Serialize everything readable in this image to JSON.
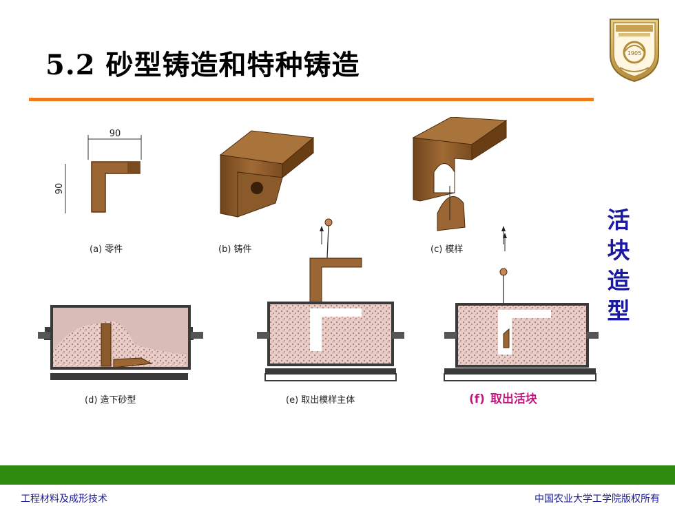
{
  "slide": {
    "title": "5.2  砂型铸造和特种铸造",
    "side_text": [
      "活",
      "块",
      "造",
      "型"
    ],
    "f_label_tag": "(f)",
    "f_label_text": "取出活块",
    "footer_left": "工程材料及成形技术",
    "footer_right": "中国农业大学工学院版权所有"
  },
  "figure": {
    "captions": {
      "a": "(a) 零件",
      "b": "(b) 铸件",
      "c": "(c) 模样",
      "d": "(d) 造下砂型",
      "e": "(e) 取出模样主体"
    },
    "dimension_width": "90",
    "dimension_height": "90"
  },
  "logo": {
    "name": "university-emblem",
    "year": "1905"
  },
  "colors": {
    "title_rule": "#ee7a1a",
    "side_text": "#1a1aa0",
    "f_label": "#c01680",
    "green_bar": "#2e8b0f",
    "footer_text": "#1a1a99",
    "wood": "#8a5a2a",
    "sand": "#e7c8c2"
  }
}
